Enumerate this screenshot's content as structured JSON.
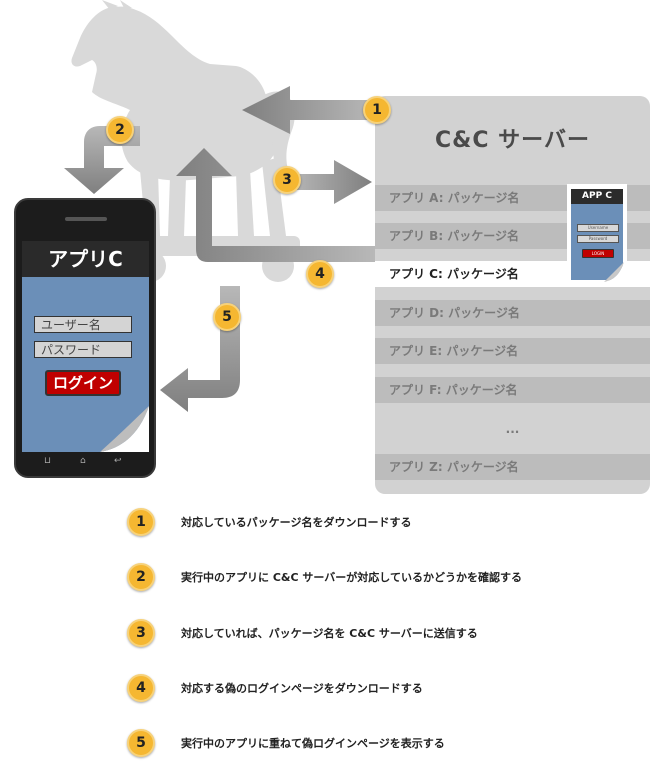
{
  "server": {
    "title": "C&C サーバー",
    "packages": [
      {
        "label": "アプリ A: パッケージ名",
        "active": false
      },
      {
        "label": "アプリ B: パッケージ名",
        "active": false
      },
      {
        "label": "アプリ C: パッケージ名",
        "active": true
      },
      {
        "label": "アプリ D: パッケージ名",
        "active": false
      },
      {
        "label": "アプリ E: パッケージ名",
        "active": false
      },
      {
        "label": "アプリ F: パッケージ名",
        "active": false
      },
      {
        "label": "...",
        "active": false
      },
      {
        "label": "アプリ Z: パッケージ名",
        "active": false
      }
    ],
    "mini_card": {
      "title": "APP C",
      "username": "Username",
      "password": "Password",
      "login": "LOGIN"
    }
  },
  "phone": {
    "app_title": "アプリC",
    "username_placeholder": "ユーザー名",
    "password_placeholder": "パスワード",
    "login_label": "ログイン",
    "nav": [
      "⊔",
      "⌂",
      "↩"
    ]
  },
  "badges": [
    "1",
    "2",
    "3",
    "4",
    "5"
  ],
  "steps": [
    {
      "number": "1",
      "text": "対応しているパッケージ名をダウンロードする"
    },
    {
      "number": "2",
      "text": "実行中のアプリに C&C サーバーが対応しているかどうかを確認する"
    },
    {
      "number": "3",
      "text": "対応していれば、パッケージ名を C&C サーバーに送信する"
    },
    {
      "number": "4",
      "text": "対応する偽のログインページをダウンロードする"
    },
    {
      "number": "5",
      "text": "実行中のアプリに重ねて偽ログインページを表示する"
    }
  ],
  "colors": {
    "badge": "#f5b731",
    "arrow": "#8a8a8a",
    "login_red": "#c00000",
    "screen_blue": "#6b8fb8",
    "server_bg": "#d2d2d2"
  },
  "icons": [
    "trojan-horse-silhouette",
    "arrow-left",
    "arrow-right",
    "arrow-down"
  ]
}
